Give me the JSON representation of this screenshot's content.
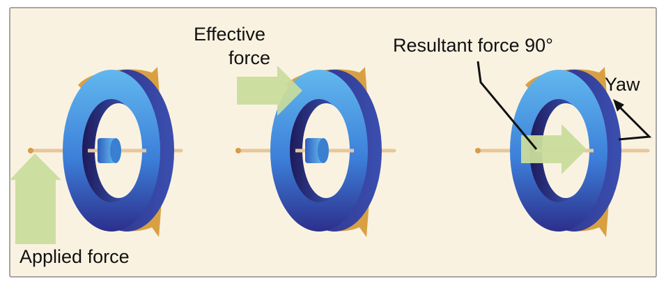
{
  "labels": {
    "applied_force": "Applied force",
    "effective_force": "Effective",
    "effective_force_line2": "force",
    "resultant_force": "Resultant force 90°",
    "yaw": "Yaw"
  },
  "colors": {
    "background": "#faf2e1",
    "border": "#8a8a8a",
    "force_arrow": "#c9dc9b",
    "spin_arrow": "#d9a043",
    "axle": "#e8c69a",
    "ring_front_light": "#5ab0e8",
    "ring_front_dark": "#2f5fc8",
    "ring_side_dark": "#2a226e",
    "hub": "#3a7fd0"
  },
  "icons": [
    "rotation-arrow-icon",
    "force-arrow-icon",
    "yaw-arrow-icon"
  ]
}
